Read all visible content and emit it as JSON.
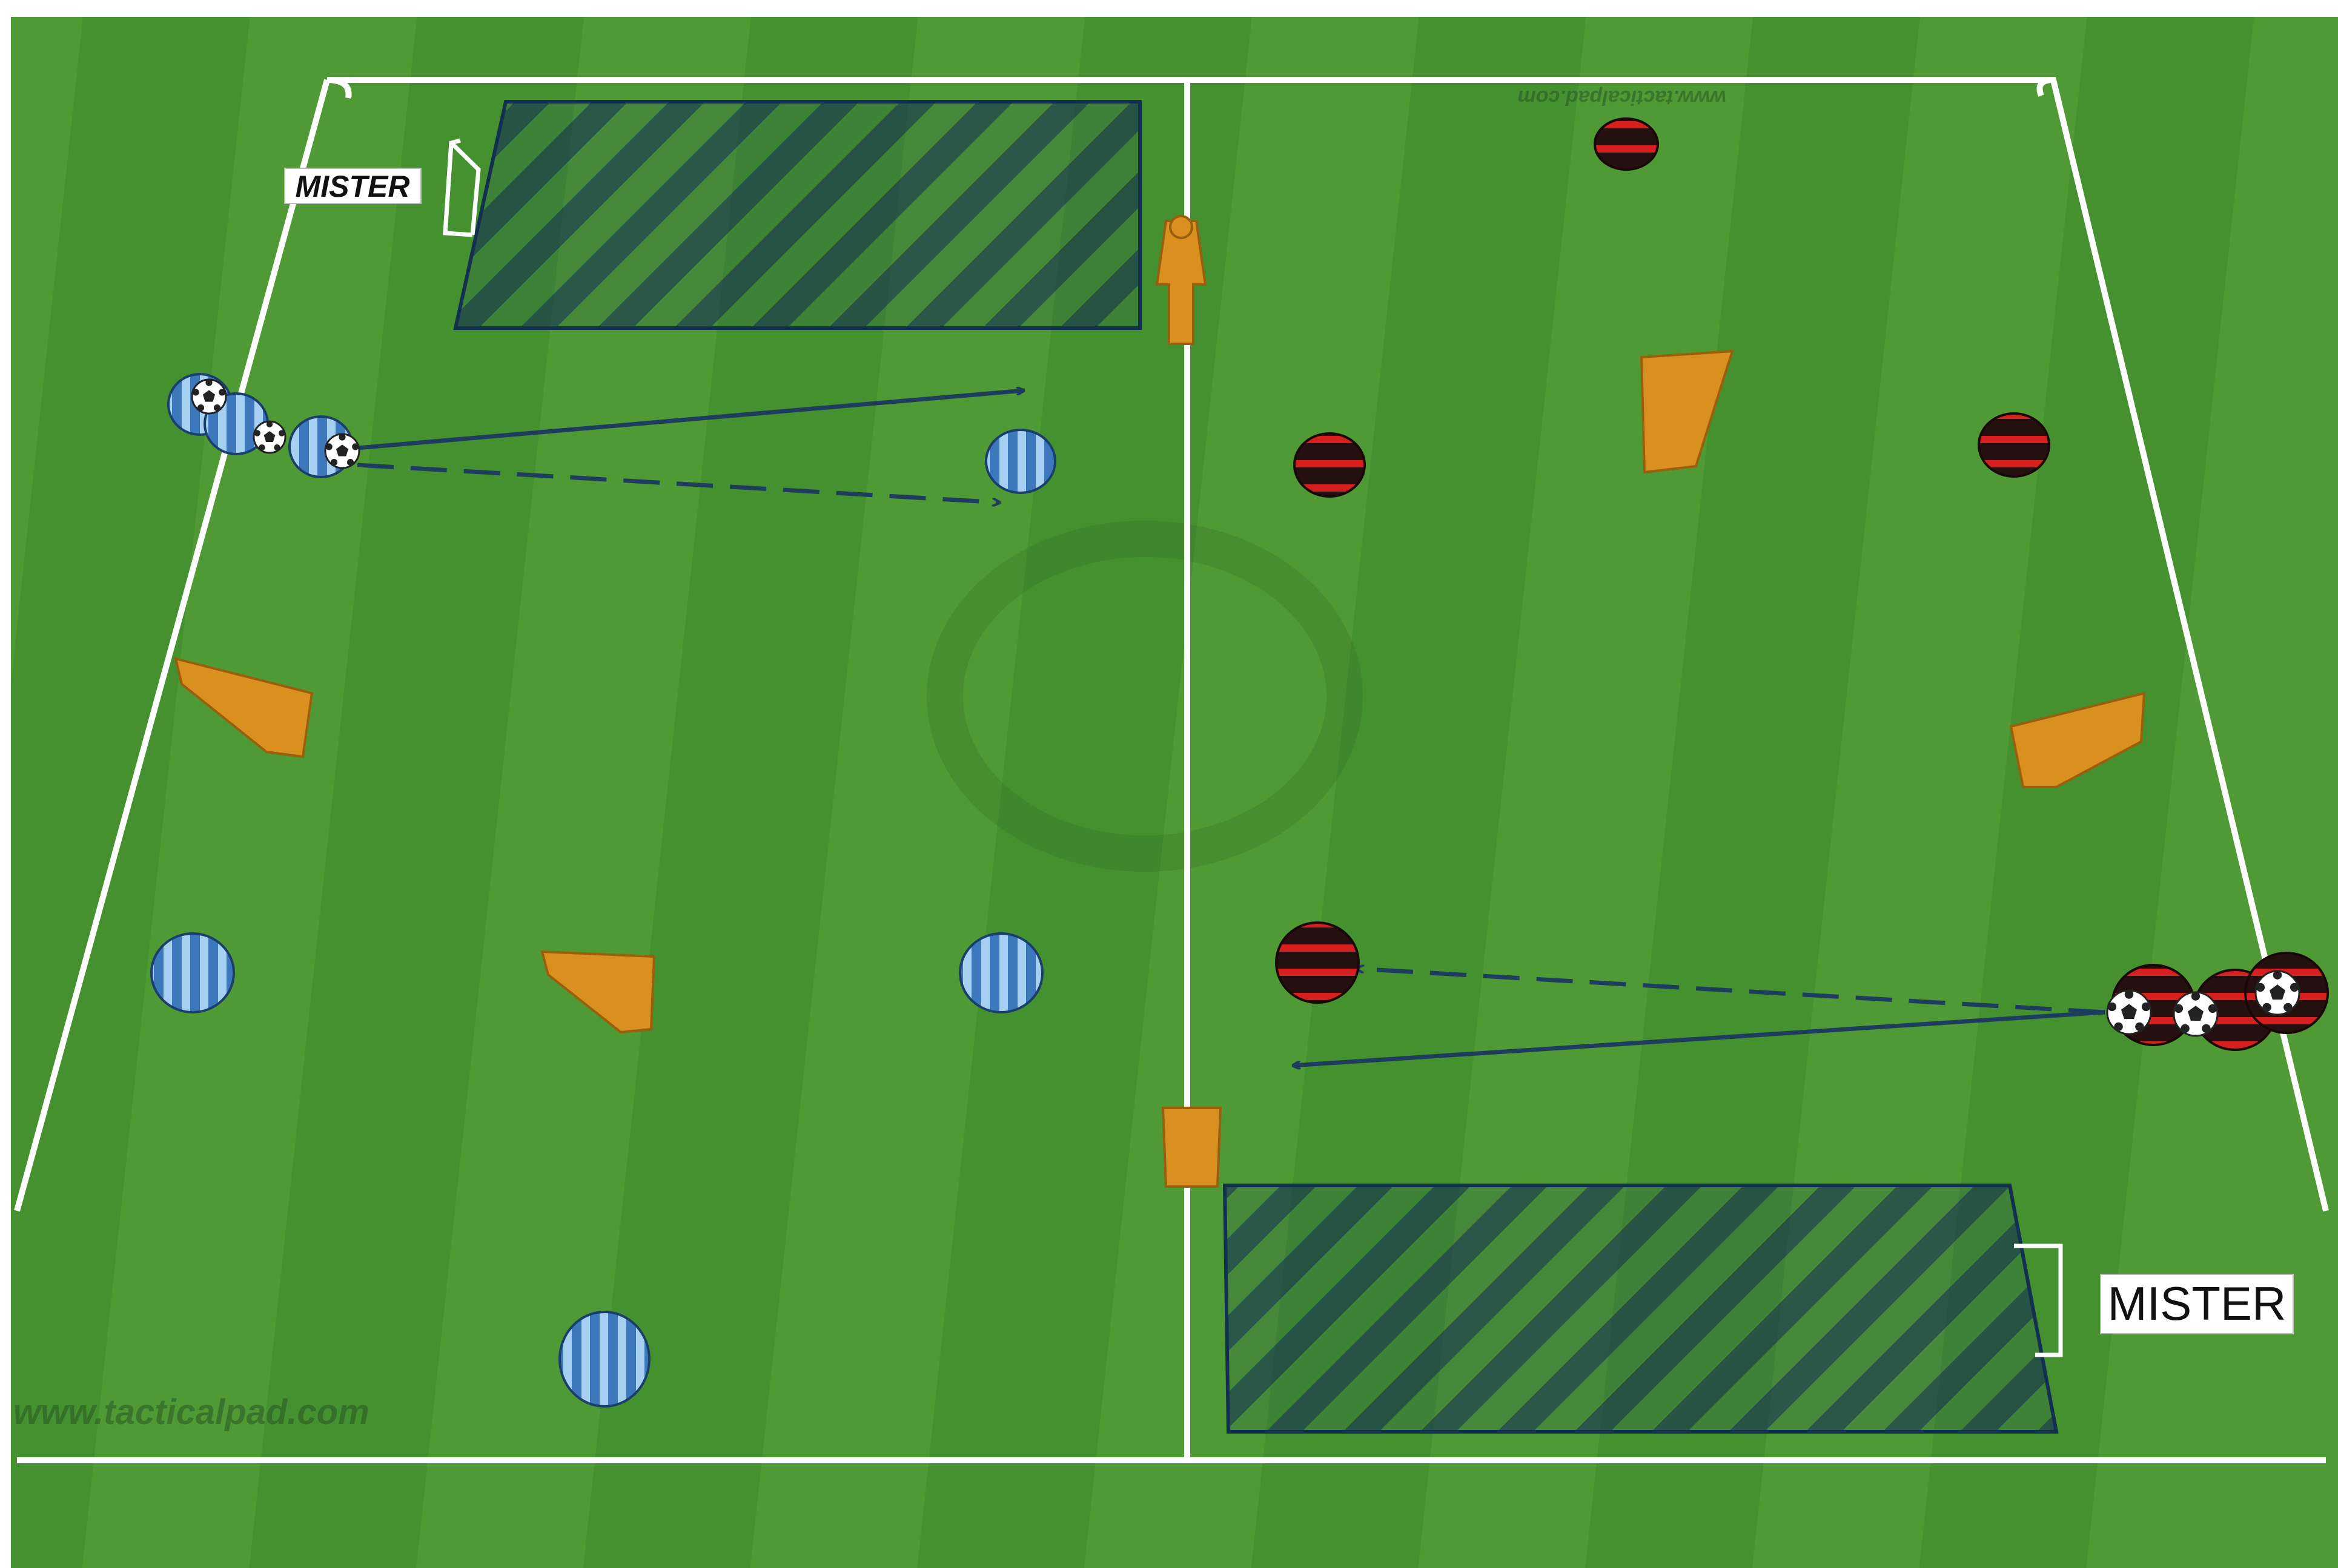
{
  "pitch": {
    "grass_light": "#4f9a35",
    "grass_dark": "#3f8a2a",
    "line_color": "#ffffff",
    "zone_color": "#1b3a5c",
    "arrow_color": "#1d3d5e"
  },
  "labels": {
    "coach_top_left": "MISTER",
    "coach_bottom_right": "MISTER"
  },
  "watermarks": {
    "bottom_left": "www.tacticalpad.com",
    "top_right": "www.tacticalpad.com"
  },
  "teams": {
    "blue": {
      "name_icon": "blue-striped-player-icon",
      "color": "#4a86c8",
      "stripe": "#9ec8ee"
    },
    "red": {
      "name_icon": "red-black-player-icon",
      "color": "#2a1616",
      "stripe": "#d42020"
    }
  },
  "equipment": {
    "cone_color": "#d9901e",
    "ball_icon": "soccer-ball-icon"
  }
}
